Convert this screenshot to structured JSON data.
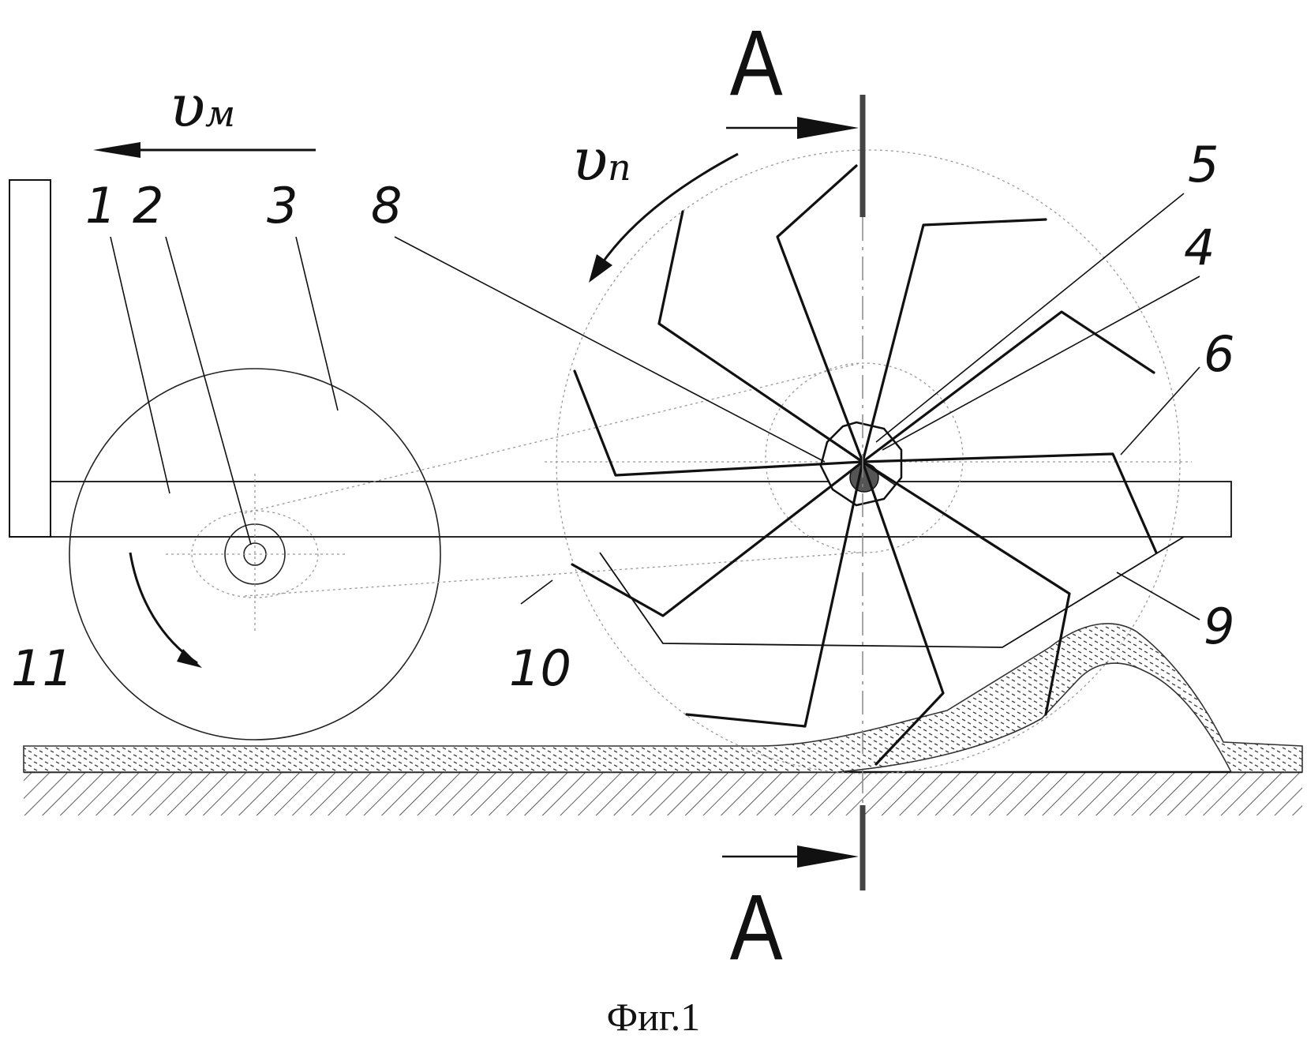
{
  "figure": {
    "caption": "Фиг.1",
    "section_mark": "A",
    "velocity_machine": {
      "symbol": "υ",
      "subscript": "м"
    },
    "velocity_rotor": {
      "symbol": "υ",
      "subscript": "п"
    }
  },
  "part_labels": [
    "1",
    "2",
    "3",
    "4",
    "5",
    "6",
    "8",
    "9",
    "10",
    "11"
  ]
}
